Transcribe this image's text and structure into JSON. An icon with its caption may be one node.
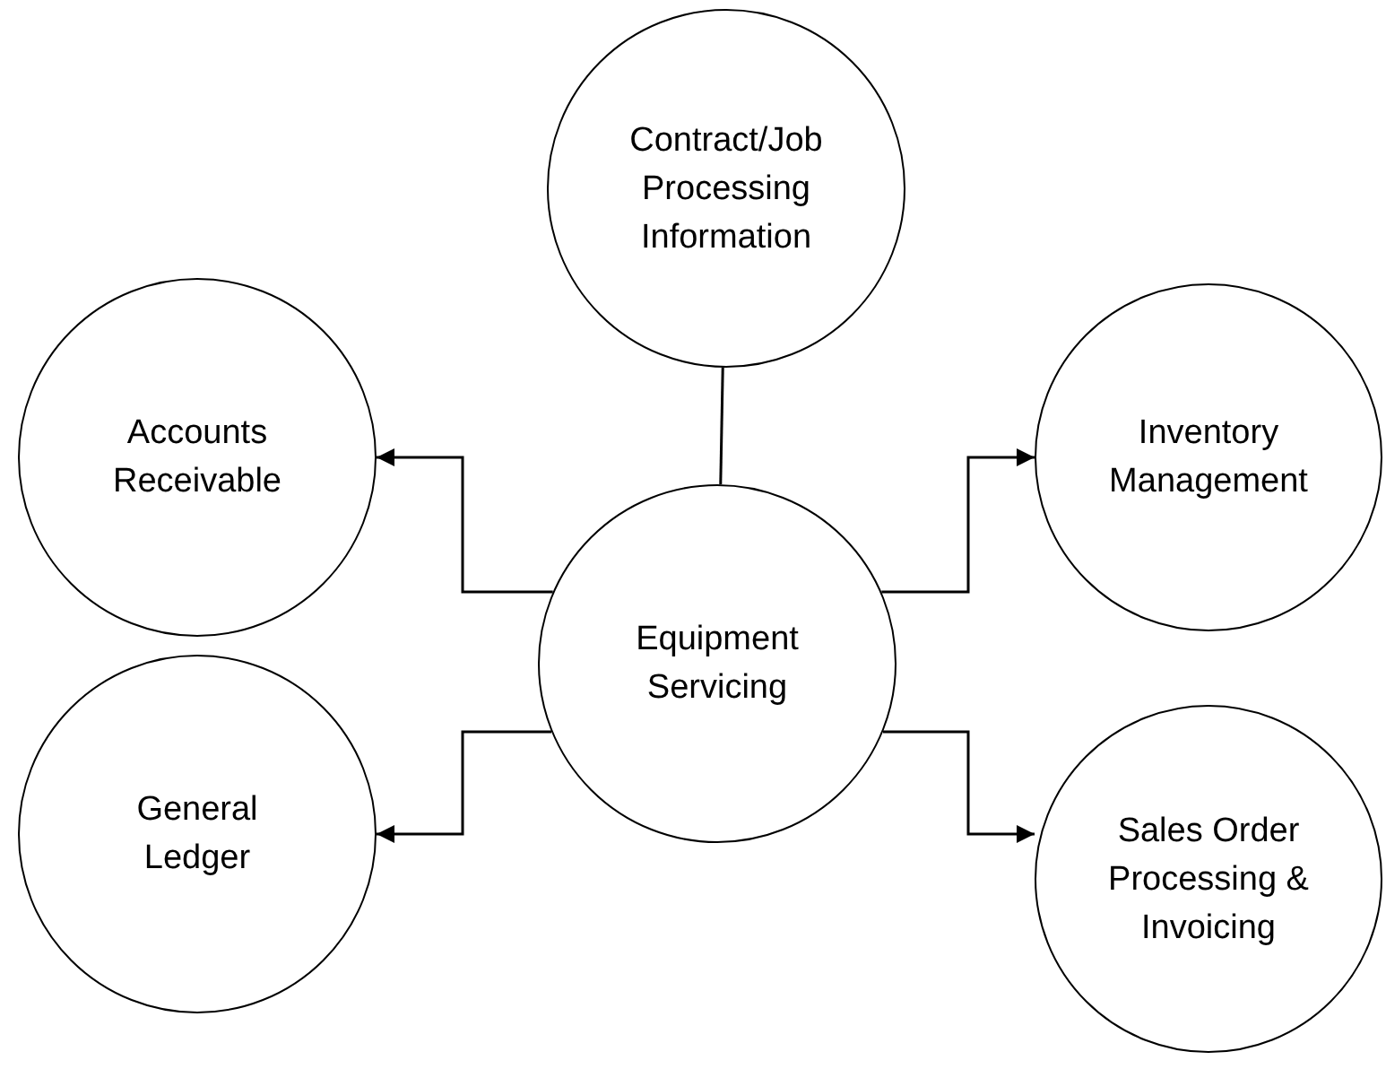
{
  "diagram": {
    "nodes": [
      {
        "text": [
          "Contract/Job Processing Information"
        ]
      },
      {
        "text": [
          "Accounts Receivable"
        ]
      },
      {
        "text": [
          "Inventory Management"
        ]
      },
      {
        "text": [
          "Equipment Servicing"
        ]
      },
      {
        "text": [
          "General Ledger"
        ]
      },
      {
        "text": [
          "Sales Order Processing & Invoicing"
        ]
      }
    ],
    "edges": [
      {
        "from": 0,
        "to": 3,
        "arrow": "none"
      },
      {
        "from": 3,
        "to": 1,
        "arrow": "to"
      },
      {
        "from": 3,
        "to": 2,
        "arrow": "to"
      },
      {
        "from": 3,
        "to": 4,
        "arrow": "to"
      },
      {
        "from": 3,
        "to": 5,
        "arrow": "to"
      }
    ]
  }
}
